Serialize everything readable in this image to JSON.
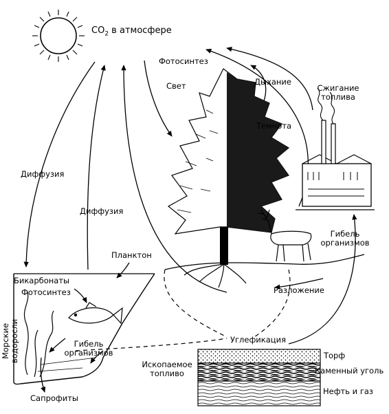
{
  "labels": {
    "co2": "CO",
    "co2_sub": "2",
    "co2_rest": " в атмосфере",
    "photosynthesis": "Фотосинтез",
    "light": "Свет",
    "respiration": "Дыхание",
    "darkness": "Темнота",
    "fuel_burning_1": "Сжигание",
    "fuel_burning_2": "топлива",
    "diffusion_left": "Диффузия",
    "diffusion_right": "Диффузия",
    "plankton": "Планктон",
    "bicarbonates": "Бикарбонаты",
    "photosynthesis_sea": "Фотосинтез",
    "sea_algae_1": "Морские",
    "sea_algae_2": "водоросли",
    "death_sea_1": "Гибель",
    "death_sea_2": "организмов",
    "death_land_1": "Гибель",
    "death_land_2": "организмов",
    "decomposition": "Разложение",
    "coalification": "Углефикация",
    "fossil_fuel_1": "Ископаемое",
    "fossil_fuel_2": "топливо",
    "peat": "Торф",
    "coal": "Каменный уголь",
    "oil_gas": "Нефть и газ",
    "saprophytes": "Сапрофиты"
  },
  "colors": {
    "ink": "#000000",
    "paper": "#ffffff",
    "hatch": "#555555"
  },
  "icons": [
    "sun-icon",
    "tree-icon",
    "deer-icon",
    "factory-icon",
    "fish-icon"
  ]
}
